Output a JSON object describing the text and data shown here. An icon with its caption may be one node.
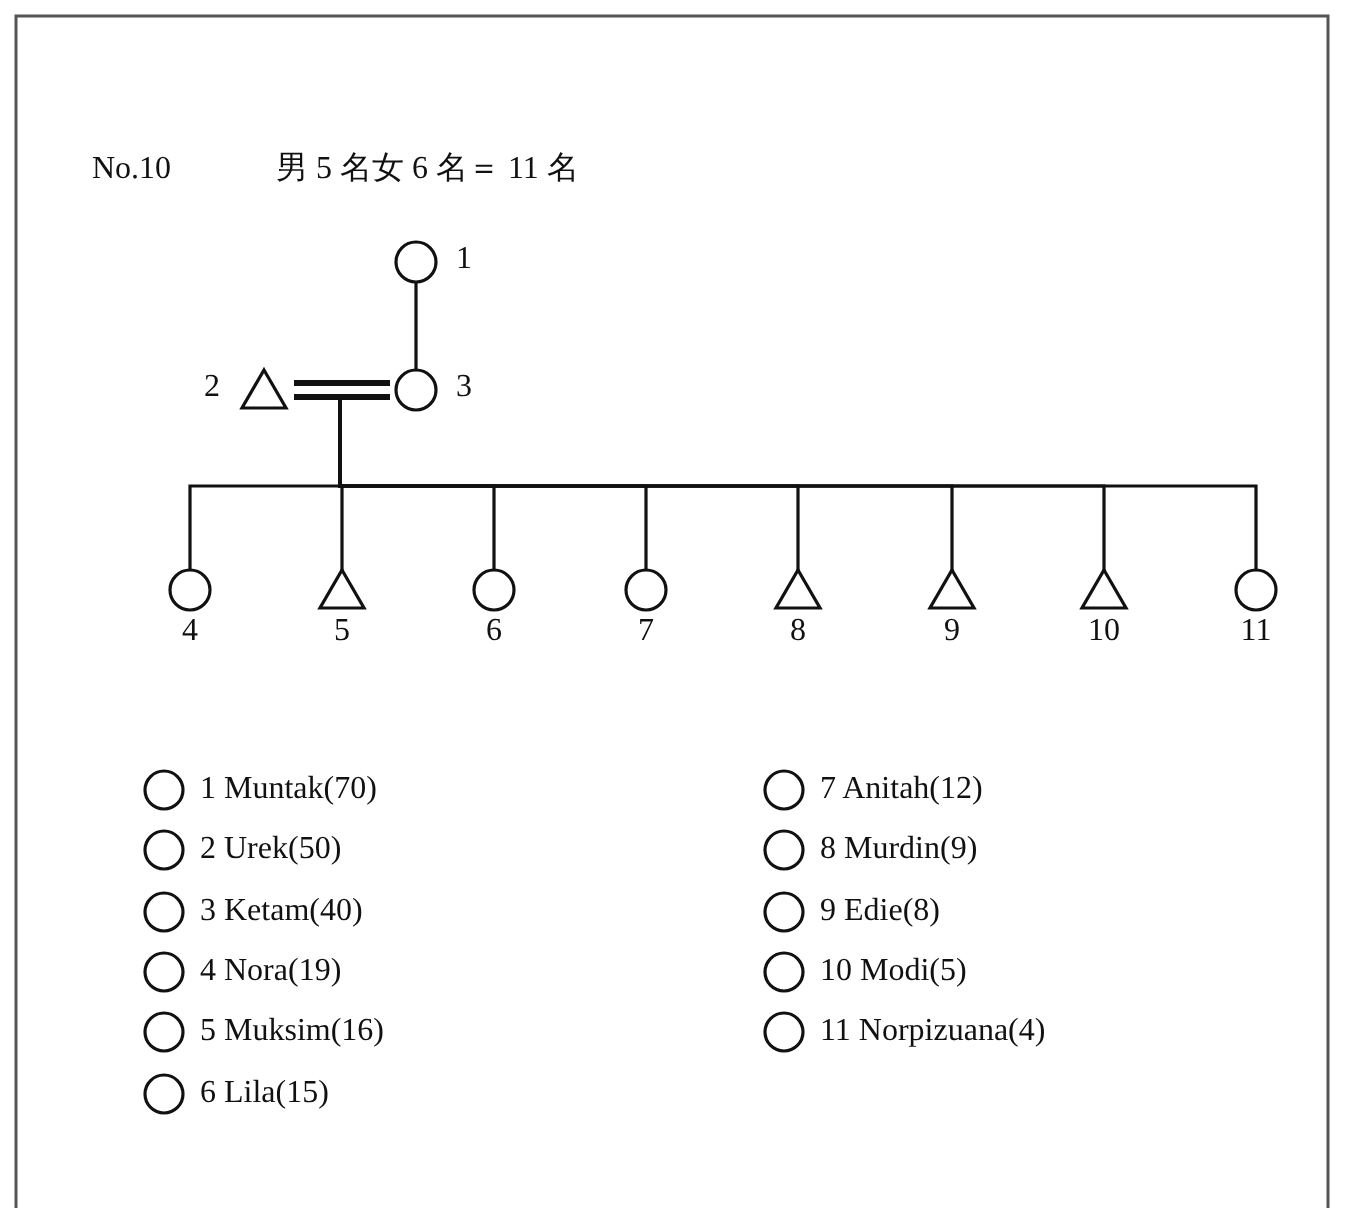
{
  "diagram": {
    "nodes": [
      {
        "text": [],
        "shape": "circle",
        "beside": [
          "1"
        ]
      },
      {
        "text": [],
        "shape": "triangle",
        "beside": [
          "2"
        ]
      },
      {
        "text": [],
        "shape": "circle",
        "beside": [
          "3"
        ]
      },
      {
        "text": [],
        "shape": "circle",
        "beside": [
          "4"
        ]
      },
      {
        "text": [],
        "shape": "triangle",
        "beside": [
          "5"
        ]
      },
      {
        "text": [],
        "shape": "circle",
        "beside": [
          "6"
        ]
      },
      {
        "text": [],
        "shape": "circle",
        "beside": [
          "7"
        ]
      },
      {
        "text": [],
        "shape": "triangle",
        "beside": [
          "8"
        ]
      },
      {
        "text": [],
        "shape": "triangle",
        "beside": [
          "9"
        ]
      },
      {
        "text": [],
        "shape": "triangle",
        "beside": [
          "10"
        ]
      },
      {
        "text": [],
        "shape": "circle",
        "beside": [
          "11"
        ]
      }
    ],
    "edges": [
      {
        "from": 0,
        "to": 2,
        "arrow": "none"
      },
      {
        "from": 1,
        "to": 2,
        "arrow": "none"
      },
      {
        "from": null,
        "to": 3,
        "arrow": "none"
      },
      {
        "from": null,
        "to": 4,
        "arrow": "none"
      },
      {
        "from": null,
        "to": 5,
        "arrow": "none"
      },
      {
        "from": null,
        "to": 6,
        "arrow": "none"
      },
      {
        "from": null,
        "to": 7,
        "arrow": "none"
      },
      {
        "from": null,
        "to": 8,
        "arrow": "none"
      },
      {
        "from": null,
        "to": 9,
        "arrow": "none"
      },
      {
        "from": null,
        "to": 10,
        "arrow": "none"
      }
    ],
    "labels": [
      "No.10",
      "男 5 名女 6 名＝ 11 名",
      "1 Muntak(70)",
      "2 Urek(50)",
      "3 Ketam(40)",
      "4 Nora(19)",
      "5 Muksim(16)",
      "6 Lila(15)",
      "7 Anitah(12)",
      "8 Murdin(9)",
      "9 Edie(8)",
      "10 Modi(5)",
      "11 Norpizuana(4)"
    ]
  }
}
